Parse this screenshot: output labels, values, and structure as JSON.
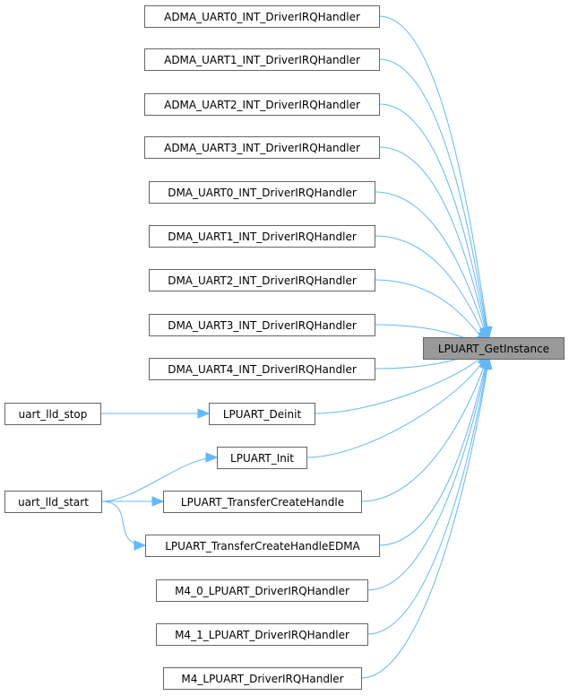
{
  "graph": {
    "target": {
      "id": "target",
      "label": "LPUART_GetInstance"
    },
    "nodes": [
      {
        "id": "n1",
        "label": "ADMA_UART0_INT_DriverIRQHandler"
      },
      {
        "id": "n2",
        "label": "ADMA_UART1_INT_DriverIRQHandler"
      },
      {
        "id": "n3",
        "label": "ADMA_UART2_INT_DriverIRQHandler"
      },
      {
        "id": "n4",
        "label": "ADMA_UART3_INT_DriverIRQHandler"
      },
      {
        "id": "n5",
        "label": "DMA_UART0_INT_DriverIRQHandler"
      },
      {
        "id": "n6",
        "label": "DMA_UART1_INT_DriverIRQHandler"
      },
      {
        "id": "n7",
        "label": "DMA_UART2_INT_DriverIRQHandler"
      },
      {
        "id": "n8",
        "label": "DMA_UART3_INT_DriverIRQHandler"
      },
      {
        "id": "n9",
        "label": "DMA_UART4_INT_DriverIRQHandler"
      },
      {
        "id": "n10",
        "label": "LPUART_Deinit"
      },
      {
        "id": "n11",
        "label": "LPUART_Init"
      },
      {
        "id": "n12",
        "label": "LPUART_TransferCreateHandle"
      },
      {
        "id": "n13",
        "label": "LPUART_TransferCreateHandleEDMA"
      },
      {
        "id": "n14",
        "label": "M4_0_LPUART_DriverIRQHandler"
      },
      {
        "id": "n15",
        "label": "M4_1_LPUART_DriverIRQHandler"
      },
      {
        "id": "n16",
        "label": "M4_LPUART_DriverIRQHandler"
      },
      {
        "id": "c1",
        "label": "uart_lld_stop"
      },
      {
        "id": "c2",
        "label": "uart_lld_start"
      }
    ],
    "edges": [
      {
        "from": "n1",
        "to": "target"
      },
      {
        "from": "n2",
        "to": "target"
      },
      {
        "from": "n3",
        "to": "target"
      },
      {
        "from": "n4",
        "to": "target"
      },
      {
        "from": "n5",
        "to": "target"
      },
      {
        "from": "n6",
        "to": "target"
      },
      {
        "from": "n7",
        "to": "target"
      },
      {
        "from": "n8",
        "to": "target"
      },
      {
        "from": "n9",
        "to": "target"
      },
      {
        "from": "n10",
        "to": "target"
      },
      {
        "from": "n11",
        "to": "target"
      },
      {
        "from": "n12",
        "to": "target"
      },
      {
        "from": "n13",
        "to": "target"
      },
      {
        "from": "n14",
        "to": "target"
      },
      {
        "from": "n15",
        "to": "target"
      },
      {
        "from": "n16",
        "to": "target"
      },
      {
        "from": "c1",
        "to": "n10"
      },
      {
        "from": "c2",
        "to": "n11"
      },
      {
        "from": "c2",
        "to": "n12"
      },
      {
        "from": "c2",
        "to": "n13"
      }
    ],
    "colors": {
      "edge": "#63b8ff",
      "node_border": "#666666",
      "target_fill": "#999999",
      "node_fill": "#ffffff"
    }
  }
}
